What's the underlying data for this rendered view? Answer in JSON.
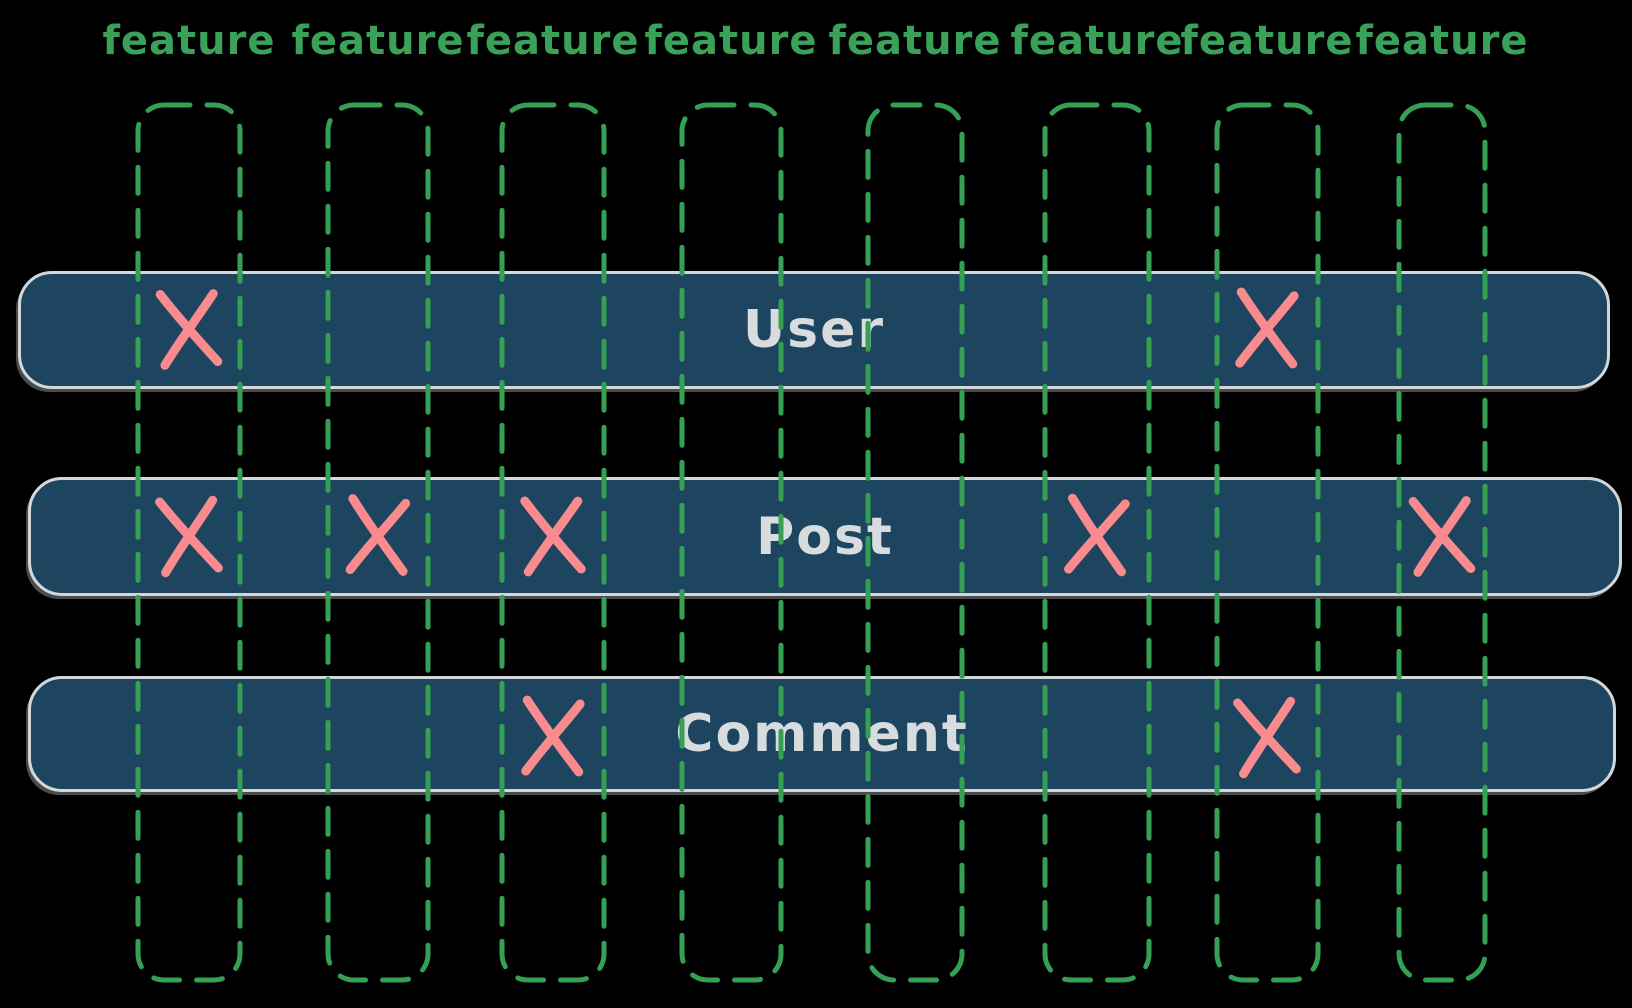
{
  "diagram": {
    "description": "feature-to-entity matrix",
    "columns": [
      {
        "label": "feature"
      },
      {
        "label": "feature"
      },
      {
        "label": "feature"
      },
      {
        "label": "feature"
      },
      {
        "label": "feature"
      },
      {
        "label": "feature"
      },
      {
        "label": "feature"
      },
      {
        "label": "feature"
      }
    ],
    "entities": [
      {
        "label": "User",
        "crossed_columns": [
          1,
          7
        ]
      },
      {
        "label": "Post",
        "crossed_columns": [
          1,
          2,
          3,
          6,
          8
        ]
      },
      {
        "label": "Comment",
        "crossed_columns": [
          3,
          7
        ]
      }
    ],
    "cross_icon": "x-mark"
  },
  "colors": {
    "bg": "#000000",
    "green-text": "#3aa158",
    "green-dash": "#35a053",
    "bar-fill": "#1d4560",
    "bar-outline": "#d3d7da",
    "bar-text": "#d8dcdf",
    "cross": "#f98b8e"
  }
}
